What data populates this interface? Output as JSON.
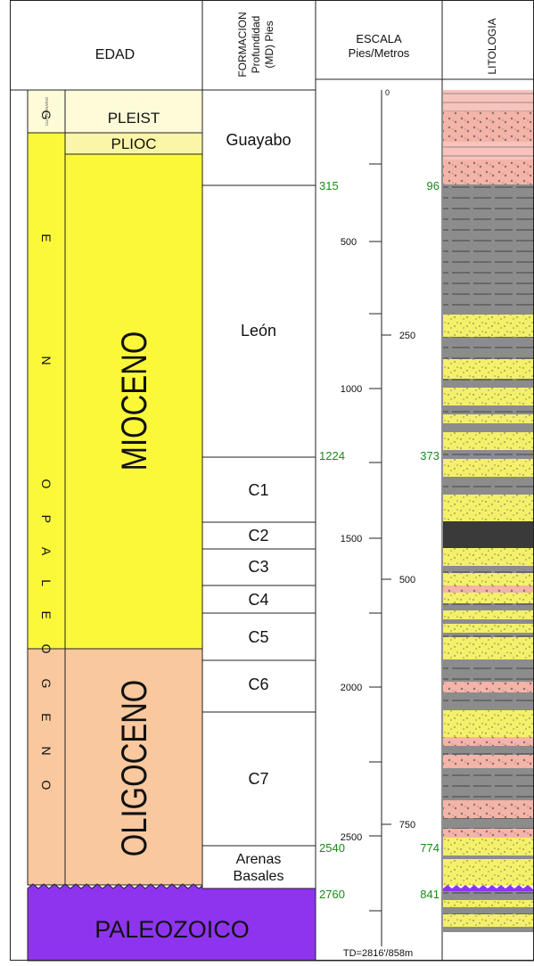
{
  "header": {
    "edad": "EDAD",
    "formacion_line1": "FORMACION",
    "formacion_line2": "Profundidad",
    "formacion_line3": "(MD) Pies",
    "escala_line1": "ESCALA",
    "escala_line2": "Pies/Metros",
    "litologia": "LITOLOGIA"
  },
  "era": {
    "cuaternario": "CUATERNARIO",
    "neogeno": "N E O G E N O",
    "paleogeno": "P A L E O G E N O"
  },
  "epochs": {
    "pleist": "PLEIST",
    "plioc": "PLIOC",
    "mioceno": "MIOCENO",
    "oligoceno": "OLIGOCENO",
    "paleozoico": "PALEOZOICO"
  },
  "formations": [
    {
      "name": "Guayabo"
    },
    {
      "name": "León"
    },
    {
      "name": "C1"
    },
    {
      "name": "C2"
    },
    {
      "name": "C3"
    },
    {
      "name": "C4"
    },
    {
      "name": "C5"
    },
    {
      "name": "C6"
    },
    {
      "name": "C7"
    },
    {
      "name": "Arenas",
      "name2": "Basales"
    }
  ],
  "tops": [
    {
      "feet": "315",
      "meters": "96"
    },
    {
      "feet": "1224",
      "meters": "373"
    },
    {
      "feet": "2540",
      "meters": "774"
    },
    {
      "feet": "2760",
      "meters": "841"
    }
  ],
  "scale": {
    "feet_ticks": [
      "500",
      "1000",
      "1500",
      "2000",
      "2500"
    ],
    "meter_ticks": [
      "0",
      "250",
      "500",
      "750"
    ],
    "td": "TD=2816'/858m"
  },
  "colors": {
    "pleist": "#fdfbd8",
    "plioc": "#fbf5a8",
    "neogene": "#fbf83a",
    "paleogene": "#f9c89e",
    "paleozoic": "#8e34ef",
    "sand": "#f5f06a",
    "shale": "#8c8c8c",
    "red_sand": "#f4b4a8",
    "top_label": "#1a8a1a"
  }
}
